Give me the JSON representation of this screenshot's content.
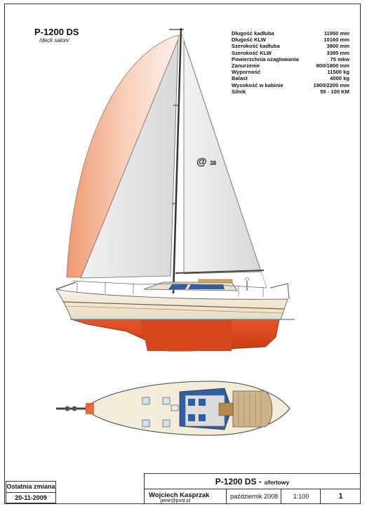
{
  "header": {
    "title": "P-1200 DS",
    "subtitle": "/deck salon/"
  },
  "specs": [
    {
      "label": "Długość kadłuba",
      "value": "11950 mm"
    },
    {
      "label": "Długość KLW",
      "value": "10160 mm"
    },
    {
      "label": "Szerokość kadłuba",
      "value": "3800 mm"
    },
    {
      "label": "Szerokość KLW",
      "value": "3395 mm"
    },
    {
      "label": "Powierzchnia ożaglowania",
      "value": "75 mkw"
    },
    {
      "label": "Zanurzenie",
      "value": "800/1800 mm"
    },
    {
      "label": "Wyporność",
      "value": "11500 kg"
    },
    {
      "label": "Balast",
      "value": "4000 kg"
    },
    {
      "label": "Wysokość w kabinie",
      "value": "1900/2200 mm"
    },
    {
      "label": "Silnik",
      "value": "55 - 100 KM"
    }
  ],
  "sail": {
    "logo": "@",
    "number": "38"
  },
  "colors": {
    "hull_bottom": "#e34a1c",
    "spinnaker": "#ef9a72",
    "hull_top": "#f3ecd8",
    "water": "#2a8fd0",
    "cabin": "#2c5fa8"
  },
  "change_box": {
    "label": "Ostatnia zmiana",
    "date": "20-11-2009"
  },
  "title_block": {
    "title": "P-1200 DS -",
    "subtitle": "ofertowy",
    "author": "Wojciech Kasprzak",
    "email": "gene@post.pl",
    "date": "październik 2008",
    "scale": "1:100",
    "sheet": "1"
  }
}
